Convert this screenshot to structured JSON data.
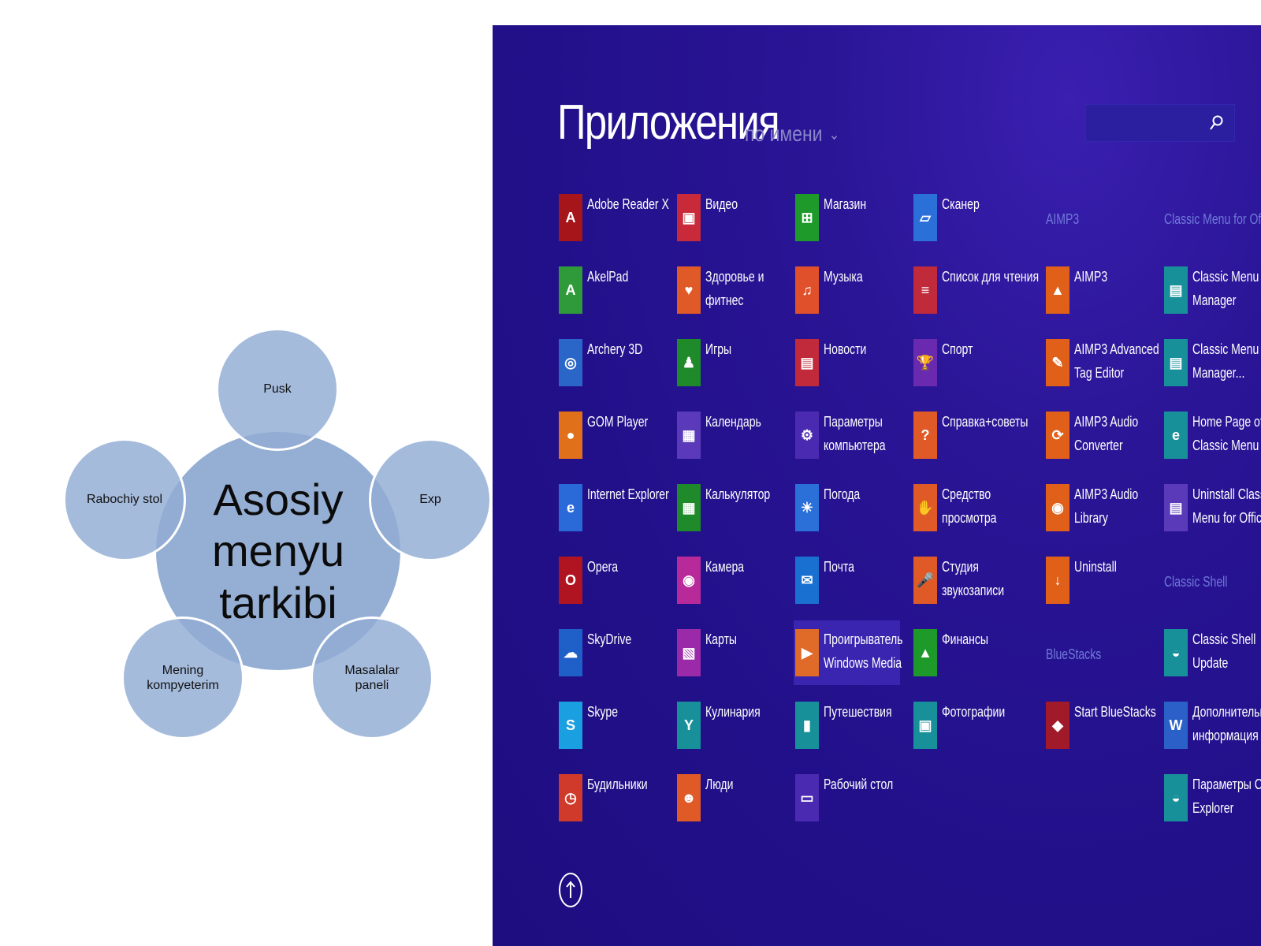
{
  "diagram": {
    "center": [
      "Asosiy",
      "menyu",
      "tarkibi"
    ],
    "top": "Pusk",
    "left": "Rabochiy stol",
    "right": "Exp",
    "bottom_left": [
      "Mening",
      "kompyeterim"
    ],
    "bottom_right": [
      "Masalalar",
      "paneli"
    ]
  },
  "start": {
    "title": "Приложения",
    "sort_label": "по имени",
    "sort_chevron": "chevron-down-icon",
    "groups": {
      "aimp3": "AIMP3",
      "classic_menu": "Classic Menu for Offic",
      "classic_shell": "Classic Shell",
      "bluestacks": "BlueStacks"
    },
    "columns": [
      [
        {
          "l1": "Adobe Reader X",
          "l2": "",
          "color": "#a5151a",
          "glyph": "A",
          "icon": "adobe-reader-icon"
        },
        {
          "l1": "AkelPad",
          "l2": "",
          "color": "#2f9a3a",
          "glyph": "A",
          "icon": "akelpad-icon"
        },
        {
          "l1": "Archery 3D",
          "l2": "",
          "color": "#2a66c8",
          "glyph": "◎",
          "icon": "archery-icon"
        },
        {
          "l1": "GOM Player",
          "l2": "",
          "color": "#e0701a",
          "glyph": "●",
          "icon": "gom-player-icon"
        },
        {
          "l1": "Internet Explorer",
          "l2": "",
          "color": "#2a6ad8",
          "glyph": "e",
          "icon": "internet-explorer-icon"
        },
        {
          "l1": "Opera",
          "l2": "",
          "color": "#b01420",
          "glyph": "O",
          "icon": "opera-icon"
        },
        {
          "l1": "SkyDrive",
          "l2": "",
          "color": "#1f5fc8",
          "glyph": "☁",
          "icon": "skydrive-icon"
        },
        {
          "l1": "Skype",
          "l2": "",
          "color": "#1aa0e0",
          "glyph": "S",
          "icon": "skype-icon"
        },
        {
          "l1": "Будильники",
          "l2": "",
          "color": "#d03a2a",
          "glyph": "◷",
          "icon": "alarm-icon"
        }
      ],
      [
        {
          "l1": "Видео",
          "l2": "",
          "color": "#c82a3a",
          "glyph": "▣",
          "icon": "video-icon"
        },
        {
          "l1": "Здоровье и",
          "l2": "фитнес",
          "color": "#e05a28",
          "glyph": "♥",
          "icon": "health-icon"
        },
        {
          "l1": "Игры",
          "l2": "",
          "color": "#1e8a2a",
          "glyph": "♟",
          "icon": "games-icon"
        },
        {
          "l1": "Календарь",
          "l2": "",
          "color": "#5a3ab8",
          "glyph": "▦",
          "icon": "calendar-icon"
        },
        {
          "l1": "Калькулятор",
          "l2": "",
          "color": "#1e8a2a",
          "glyph": "▦",
          "icon": "calculator-icon"
        },
        {
          "l1": "Камера",
          "l2": "",
          "color": "#b82a9a",
          "glyph": "◉",
          "icon": "camera-icon"
        },
        {
          "l1": "Карты",
          "l2": "",
          "color": "#9a2aa8",
          "glyph": "▧",
          "icon": "maps-icon"
        },
        {
          "l1": "Кулинария",
          "l2": "",
          "color": "#18909a",
          "glyph": "Y",
          "icon": "food-icon"
        },
        {
          "l1": "Люди",
          "l2": "",
          "color": "#e05a28",
          "glyph": "☻",
          "icon": "people-icon"
        }
      ],
      [
        {
          "l1": "Магазин",
          "l2": "",
          "color": "#1e9a2a",
          "glyph": "⊞",
          "icon": "store-icon"
        },
        {
          "l1": "Музыка",
          "l2": "",
          "color": "#e0502a",
          "glyph": "♫",
          "icon": "music-icon"
        },
        {
          "l1": "Новости",
          "l2": "",
          "color": "#c02a3a",
          "glyph": "▤",
          "icon": "news-icon"
        },
        {
          "l1": "Параметры",
          "l2": "компьютера",
          "color": "#4a2ab0",
          "glyph": "⚙",
          "icon": "pc-settings-icon"
        },
        {
          "l1": "Погода",
          "l2": "",
          "color": "#2a70d8",
          "glyph": "☀",
          "icon": "weather-icon"
        },
        {
          "l1": "Почта",
          "l2": "",
          "color": "#1a70d0",
          "glyph": "✉",
          "icon": "mail-icon"
        },
        {
          "l1": "Проигрыватель",
          "l2": "Windows Media",
          "color": "#e06a28",
          "glyph": "▶",
          "icon": "windows-media-icon"
        },
        {
          "l1": "Путешествия",
          "l2": "",
          "color": "#18909a",
          "glyph": "▮",
          "icon": "travel-icon"
        },
        {
          "l1": "Рабочий стол",
          "l2": "",
          "color": "#4a2ab0",
          "glyph": "▭",
          "icon": "desktop-icon"
        }
      ],
      [
        {
          "l1": "Сканер",
          "l2": "",
          "color": "#2a70d8",
          "glyph": "▱",
          "icon": "scanner-icon"
        },
        {
          "l1": "Список для чтения",
          "l2": "",
          "color": "#c02a3a",
          "glyph": "≡",
          "icon": "reading-list-icon"
        },
        {
          "l1": "Спорт",
          "l2": "",
          "color": "#6a2ab0",
          "glyph": "🏆",
          "icon": "sport-icon"
        },
        {
          "l1": "Справка+советы",
          "l2": "",
          "color": "#e05a28",
          "glyph": "?",
          "icon": "help-icon"
        },
        {
          "l1": "Средство",
          "l2": "просмотра",
          "color": "#e05a28",
          "glyph": "✋",
          "icon": "reader-icon"
        },
        {
          "l1": "Студия",
          "l2": "звукозаписи",
          "color": "#e05a28",
          "glyph": "🎤",
          "icon": "sound-recorder-icon"
        },
        {
          "l1": "Финансы",
          "l2": "",
          "color": "#1e9a2a",
          "glyph": "▲",
          "icon": "finance-icon"
        },
        {
          "l1": "Фотографии",
          "l2": "",
          "color": "#18909a",
          "glyph": "▣",
          "icon": "photos-icon"
        }
      ],
      [
        {
          "l1": "AIMP3",
          "l2": "",
          "color": "#e0601a",
          "glyph": "▲",
          "icon": "aimp3-icon",
          "row": 1
        },
        {
          "l1": "AIMP3 Advanced",
          "l2": "Tag Editor",
          "color": "#e0601a",
          "glyph": "✎",
          "icon": "aimp3-tag-editor-icon",
          "row": 2
        },
        {
          "l1": "AIMP3 Audio",
          "l2": "Converter",
          "color": "#e0601a",
          "glyph": "⟳",
          "icon": "aimp3-converter-icon",
          "row": 3
        },
        {
          "l1": "AIMP3 Audio",
          "l2": "Library",
          "color": "#e0601a",
          "glyph": "◉",
          "icon": "aimp3-library-icon",
          "row": 4
        },
        {
          "l1": "Uninstall",
          "l2": "",
          "color": "#e0601a",
          "glyph": "↓",
          "icon": "aimp3-uninstall-icon",
          "row": 5
        },
        {
          "l1": "Start BlueStacks",
          "l2": "",
          "color": "#a01a2a",
          "glyph": "◆",
          "icon": "bluestacks-icon",
          "row": 7
        }
      ],
      [
        {
          "l1": "Classic Menu",
          "l2": "Manager",
          "color": "#18909a",
          "glyph": "▤",
          "icon": "classic-menu-manager-icon",
          "row": 1
        },
        {
          "l1": "Classic Menu",
          "l2": "Manager...",
          "color": "#18909a",
          "glyph": "▤",
          "icon": "classic-menu-manager2-icon",
          "row": 2
        },
        {
          "l1": "Home Page of",
          "l2": "Classic Menu",
          "color": "#18909a",
          "glyph": "e",
          "icon": "classic-menu-home-icon",
          "row": 3
        },
        {
          "l1": "Uninstall Class",
          "l2": "Menu for Office",
          "color": "#5a3ab8",
          "glyph": "▤",
          "icon": "classic-menu-uninstall-icon",
          "row": 4
        },
        {
          "l1": "Classic Shell",
          "l2": "Update",
          "color": "#18909a",
          "glyph": "◒",
          "icon": "classic-shell-update-icon",
          "row": 6
        },
        {
          "l1": "Дополнительн",
          "l2": "информация",
          "color": "#2a60c8",
          "glyph": "W",
          "icon": "additional-info-icon",
          "row": 7
        },
        {
          "l1": "Параметры Cla",
          "l2": "Explorer",
          "color": "#18909a",
          "glyph": "◒",
          "icon": "classic-explorer-settings-icon",
          "row": 8
        }
      ]
    ]
  }
}
